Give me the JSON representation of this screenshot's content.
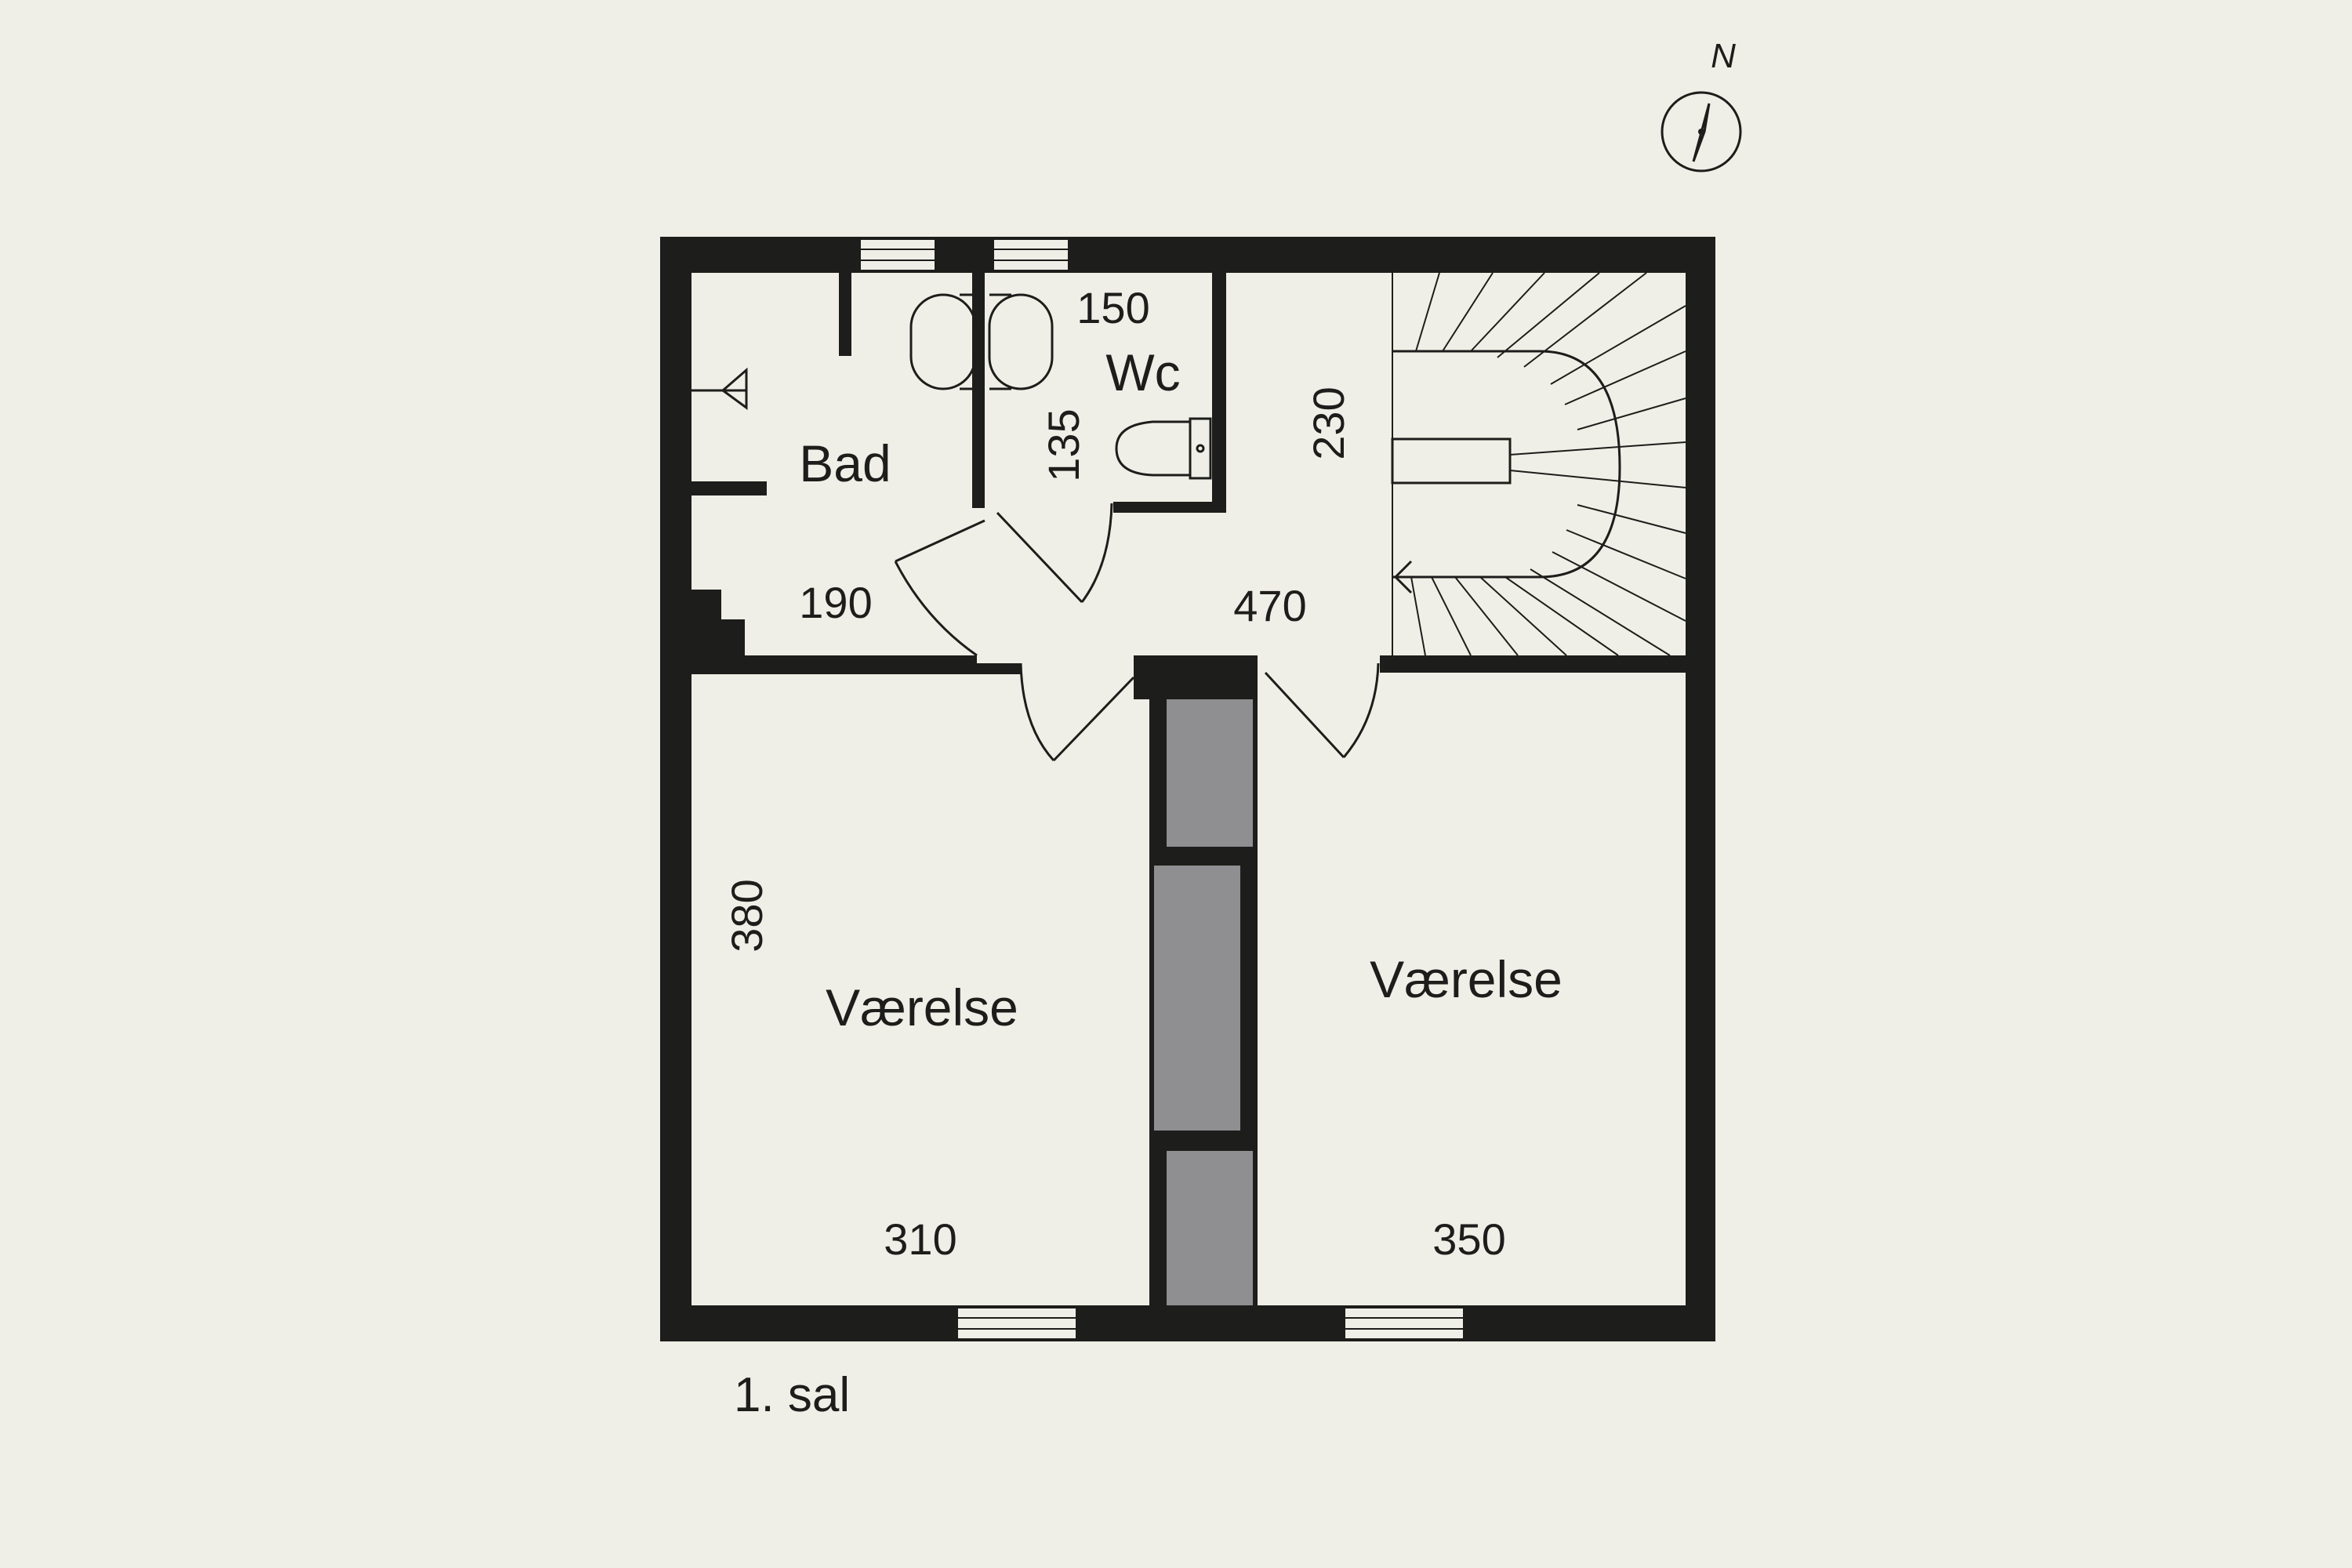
{
  "compass": {
    "label": "N"
  },
  "floor_label": "1. sal",
  "rooms": {
    "bad": {
      "name": "Bad",
      "width": "190"
    },
    "wc": {
      "name": "Wc",
      "width": "150",
      "depth": "135"
    },
    "hall": {
      "width": "470",
      "depth": "230"
    },
    "vaerelse_left": {
      "name": "Værelse",
      "width": "310",
      "depth": "380"
    },
    "vaerelse_right": {
      "name": "Værelse",
      "width": "350"
    }
  },
  "colors": {
    "background": "#f0efe7",
    "wall": "#1d1d1b",
    "closet": "#8f8e91",
    "line": "#1d1d1b"
  }
}
